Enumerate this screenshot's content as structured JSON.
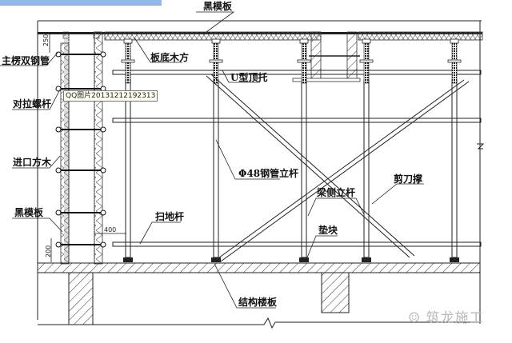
{
  "title_bar": {
    "color": "#8fb8ec"
  },
  "tooltip": {
    "text": "QQ图片20131212192313"
  },
  "labels": {
    "black_formwork_top": "黑模板",
    "slab_bottom_timber": "板底木方",
    "main_double_steel_pipe": "主楞双钢管",
    "u_jack": "U型顶托",
    "tie_bolt": "对拉螺杆",
    "imported_timber": "进口方木",
    "steel_pipe_pole": "Φ48钢管立杆",
    "scissor_brace": "剪刀撑",
    "beam_side_pole": "梁侧立杆",
    "black_formwork_side": "黑模板",
    "sweep_pole": "扫地杆",
    "pad_block": "垫块",
    "structural_floor": "结构楼板"
  },
  "dimensions": {
    "top_offset": "250",
    "bottom_offset": "200",
    "pole_spacing": "400"
  },
  "watermark": {
    "text": "筑龙施工",
    "icon": "wechat-icon"
  }
}
